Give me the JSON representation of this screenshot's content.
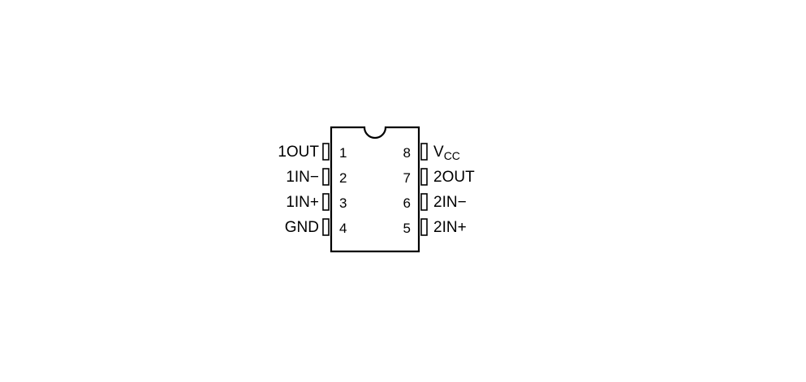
{
  "package": {
    "left_pins": [
      {
        "number": "1",
        "label": "1OUT"
      },
      {
        "number": "2",
        "label": "1IN−"
      },
      {
        "number": "3",
        "label": "1IN+"
      },
      {
        "number": "4",
        "label": "GND"
      }
    ],
    "right_pins": [
      {
        "number": "8",
        "label": "V",
        "label_sub": "CC"
      },
      {
        "number": "7",
        "label": "2OUT"
      },
      {
        "number": "6",
        "label": "2IN−"
      },
      {
        "number": "5",
        "label": "2IN+"
      }
    ]
  }
}
